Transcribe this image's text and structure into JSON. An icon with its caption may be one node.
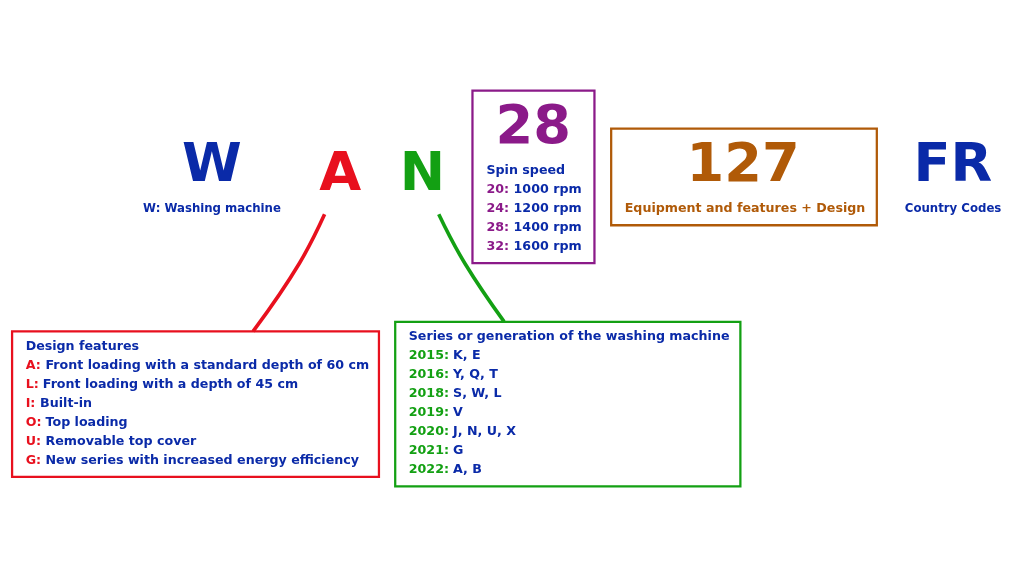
{
  "diagram": {
    "nodes": [
      {
        "text": [
          "W"
        ],
        "beside": [
          "W: Washing machine"
        ]
      },
      {
        "text": [
          "A"
        ]
      },
      {
        "text": [
          "N"
        ]
      },
      {
        "text": [
          "28",
          "Spin speed",
          "20: 1000 rpm",
          "24: 1200 rpm",
          "28: 1400 rpm",
          "32: 1600 rpm"
        ]
      },
      {
        "text": [
          "127",
          "Equipment and features + Design"
        ]
      },
      {
        "text": [
          "FR"
        ],
        "beside": [
          "Country Codes"
        ]
      },
      {
        "text": [
          "Design features",
          "A: Front loading with a standard depth of 60 cm",
          "L: Front loading with a depth of 45 cm",
          "I: Built-in",
          "O: Top loading",
          "U: Removable top cover",
          "G: New series with increased energy efficiency"
        ]
      },
      {
        "text": [
          "Series or generation of the washing machine",
          "2015: K, E",
          "2016: Y, Q, T",
          "2018: S, W, L",
          "2019: V",
          "2020: J, N, U, X",
          "2021: G",
          "2022: A, B"
        ]
      }
    ],
    "edges": [
      {
        "from": 1,
        "to": 6,
        "arrow": "none",
        "color": "#e8101e"
      },
      {
        "from": 2,
        "to": 7,
        "arrow": "none",
        "color": "#13a013"
      }
    ]
  }
}
